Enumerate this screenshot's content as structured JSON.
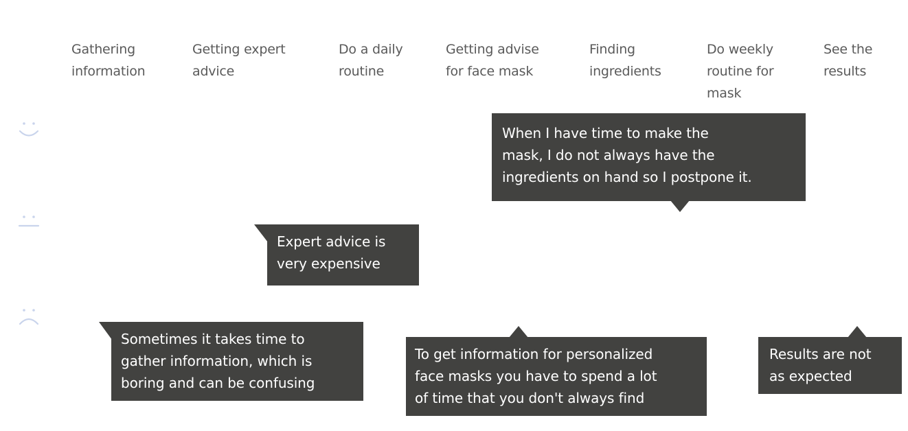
{
  "stages": [
    {
      "lines": [
        "Gathering",
        "information"
      ]
    },
    {
      "lines": [
        "Getting expert",
        "advice"
      ]
    },
    {
      "lines": [
        "Do a daily",
        "routine"
      ]
    },
    {
      "lines": [
        "Getting advise",
        "for face mask"
      ]
    },
    {
      "lines": [
        "Finding",
        "ingredients"
      ]
    },
    {
      "lines": [
        "Do weekly",
        "routine for",
        "mask"
      ]
    },
    {
      "lines": [
        "See the",
        "results"
      ]
    }
  ],
  "emotion_icons": {
    "happy": "smile-icon",
    "neutral": "neutral-face-icon",
    "sad": "frown-icon"
  },
  "comments": [
    {
      "id": "mask-ingredients",
      "lines": [
        "When I have time to make the",
        "mask, I do not always have the",
        "ingredients on hand so I postpone it."
      ]
    },
    {
      "id": "expert-expensive",
      "lines": [
        "Expert advice is",
        "very expensive"
      ]
    },
    {
      "id": "gather-boring",
      "lines": [
        "Sometimes it takes time to",
        "gather information, which is",
        "boring and can be confusing"
      ]
    },
    {
      "id": "personalized-time",
      "lines": [
        "To get information for personalized",
        "face masks you have to spend a lot",
        "of time that you don't always find"
      ]
    },
    {
      "id": "results-expected",
      "lines": [
        "Results are not",
        "as expected"
      ]
    }
  ],
  "colors": {
    "bubble": "#424240",
    "bubble_text": "#ffffff",
    "stage_text": "#5a5a5a",
    "icon": "#c9d4ec"
  }
}
